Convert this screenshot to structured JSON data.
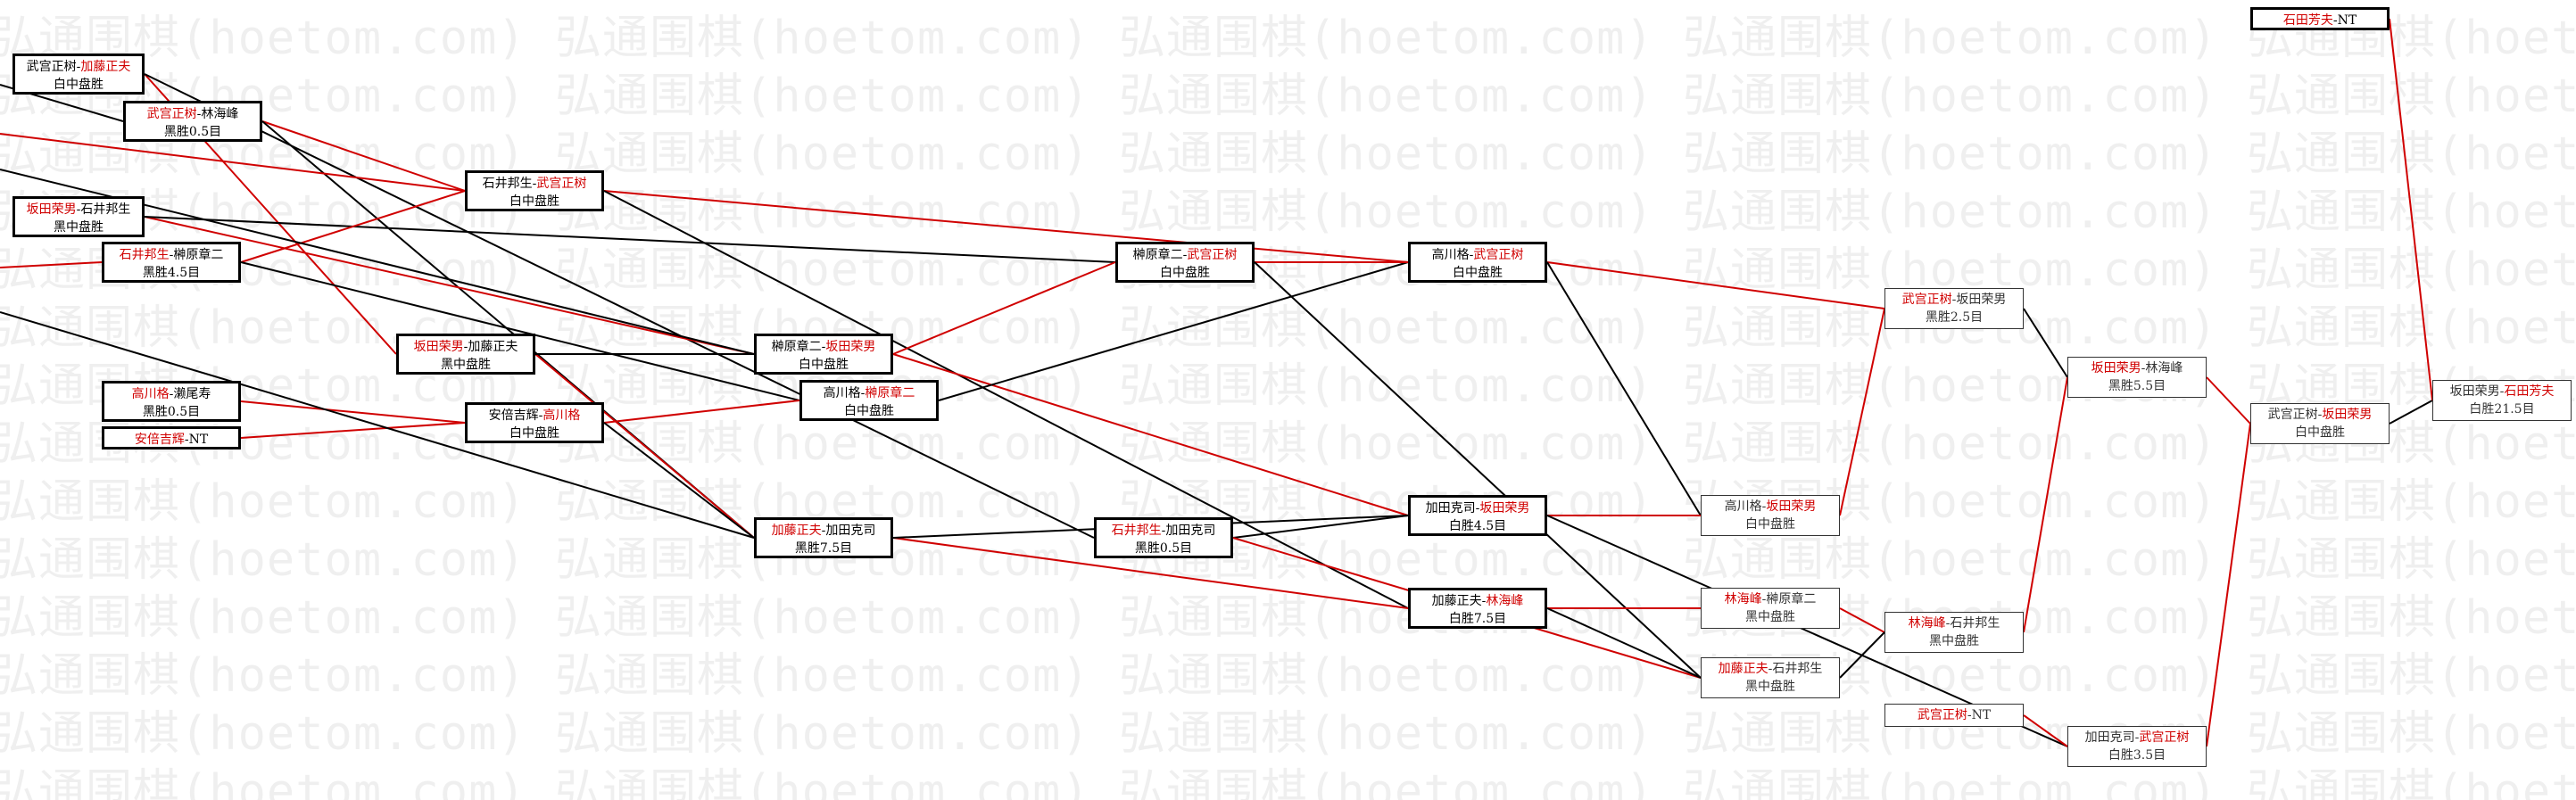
{
  "watermark": "弘通围棋(hoetom.com)",
  "colors": {
    "win": "#d00000",
    "line": "#000000"
  },
  "nodes": [
    {
      "id": "n1",
      "a": "武宫正树",
      "b": "加藤正夫",
      "w": "b",
      "r": "白中盘胜"
    },
    {
      "id": "n2",
      "a": "武宫正树",
      "b": "林海峰",
      "w": "a",
      "r": "黑胜0.5目"
    },
    {
      "id": "n3",
      "a": "坂田荣男",
      "b": "石井邦生",
      "w": "a",
      "r": "黑中盘胜"
    },
    {
      "id": "n4",
      "a": "石井邦生",
      "b": "榊原章二",
      "w": "a",
      "r": "黑胜4.5目"
    },
    {
      "id": "n5",
      "a": "高川格",
      "b": "濑尾寿",
      "w": "a",
      "r": "黑胜0.5目"
    },
    {
      "id": "n6",
      "a": "安倍吉辉",
      "b": "NT",
      "w": "a",
      "r": ""
    },
    {
      "id": "n7",
      "a": "石井邦生",
      "b": "武宫正树",
      "w": "b",
      "r": "白中盘胜"
    },
    {
      "id": "n8",
      "a": "坂田荣男",
      "b": "加藤正夫",
      "w": "a",
      "r": "黑中盘胜"
    },
    {
      "id": "n9",
      "a": "安倍吉辉",
      "b": "高川格",
      "w": "b",
      "r": "白中盘胜"
    },
    {
      "id": "n10",
      "a": "榊原章二",
      "b": "坂田荣男",
      "w": "b",
      "r": "白中盘胜"
    },
    {
      "id": "n11",
      "a": "高川格",
      "b": "榊原章二",
      "w": "b",
      "r": "白中盘胜"
    },
    {
      "id": "n12",
      "a": "加藤正夫",
      "b": "加田克司",
      "w": "a",
      "r": "黑胜7.5目"
    },
    {
      "id": "n13",
      "a": "榊原章二",
      "b": "武宫正树",
      "w": "b",
      "r": "白中盘胜"
    },
    {
      "id": "n14",
      "a": "石井邦生",
      "b": "加田克司",
      "w": "a",
      "r": "黑胜0.5目"
    },
    {
      "id": "n15",
      "a": "高川格",
      "b": "武宫正树",
      "w": "b",
      "r": "白中盘胜"
    },
    {
      "id": "n16",
      "a": "加田克司",
      "b": "坂田荣男",
      "w": "b",
      "r": "白胜4.5目"
    },
    {
      "id": "n17",
      "a": "加藤正夫",
      "b": "林海峰",
      "w": "b",
      "r": "白胜7.5目"
    },
    {
      "id": "n18",
      "a": "武宫正树",
      "b": "坂田荣男",
      "w": "a",
      "r": "黑胜2.5目"
    },
    {
      "id": "n19",
      "a": "高川格",
      "b": "坂田荣男",
      "w": "b",
      "r": "白中盘胜"
    },
    {
      "id": "n20",
      "a": "林海峰",
      "b": "榊原章二",
      "w": "a",
      "r": "黑中盘胜"
    },
    {
      "id": "n21",
      "a": "加藤正夫",
      "b": "石井邦生",
      "w": "a",
      "r": "黑中盘胜"
    },
    {
      "id": "n22",
      "a": "武宫正树",
      "b": "NT",
      "w": "a",
      "r": ""
    },
    {
      "id": "n23",
      "a": "坂田荣男",
      "b": "林海峰",
      "w": "a",
      "r": "黑胜5.5目"
    },
    {
      "id": "n24",
      "a": "林海峰",
      "b": "石井邦生",
      "w": "a",
      "r": "黑中盘胜"
    },
    {
      "id": "n25",
      "a": "加田克司",
      "b": "武宫正树",
      "w": "b",
      "r": "白胜3.5目"
    },
    {
      "id": "n26",
      "a": "武宫正树",
      "b": "坂田荣男",
      "w": "b",
      "r": "白中盘胜"
    },
    {
      "id": "n27",
      "a": "石田芳夫",
      "b": "NT",
      "w": "a",
      "r": ""
    },
    {
      "id": "n28",
      "a": "坂田荣男",
      "b": "石田芳夫",
      "w": "b",
      "r": "白胜21.5目"
    }
  ]
}
